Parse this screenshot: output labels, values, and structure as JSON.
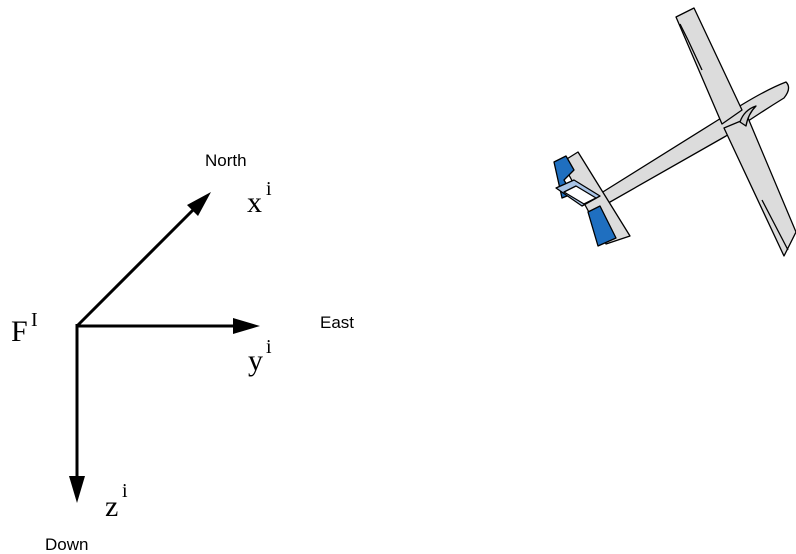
{
  "frame": {
    "label": "F",
    "superscript": "I"
  },
  "axes": {
    "x": {
      "variable": "x",
      "superscript": "i",
      "direction": "North"
    },
    "y": {
      "variable": "y",
      "superscript": "i",
      "direction": "East"
    },
    "z": {
      "variable": "z",
      "superscript": "i",
      "direction": "Down"
    }
  },
  "colors": {
    "axis": "#000000",
    "airframe_fill": "#dcdcdc",
    "control_surface_fill": "#1f6fc0",
    "stabilizer_highlight": "#a9c4e6"
  }
}
